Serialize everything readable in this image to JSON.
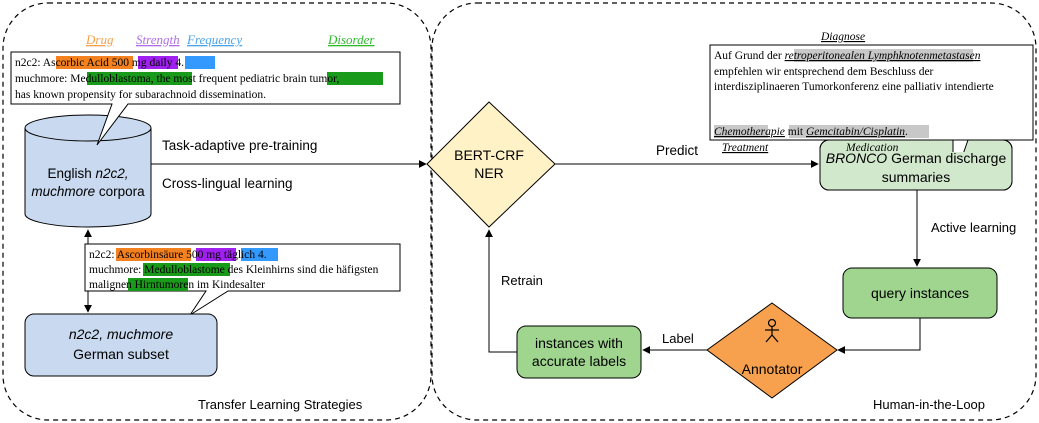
{
  "colors": {
    "drug": "#f5a04a",
    "strength": "#b06ee8",
    "frequency": "#4ba3ea",
    "disorder": "#2eb82e",
    "box_blue": "#c9daf0",
    "box_green": "#9fd58e",
    "box_green_light": "#d2e8cd",
    "diamond_yellow": "#fff2c6",
    "diamond_orange": "#f7a04d",
    "hl_orange": "#f4811f",
    "hl_purple": "#a020f0",
    "hl_blue": "#3399ff",
    "hl_green": "#1a9a1a",
    "hl_grey": "#c8c8c8"
  },
  "legend": {
    "drug": "Drug",
    "strength": "Strength",
    "frequency": "Frequency",
    "disorder": "Disorder"
  },
  "en_example": {
    "line1_prefix": "n2c2: ",
    "line1_drug": "Ascorbic Acid",
    "line1_strength": "500 mg",
    "line1_freq": "daily",
    "line1_suffix": " 4.",
    "line2_prefix": "muchmore: ",
    "line2_disorder1": "Medulloblastoma",
    "line2_mid": ", the most frequent pediatric ",
    "line2_disorder2": "brain tumor",
    "line2_suffix": ",",
    "line3": "has known propensity for subarachnoid dissemination."
  },
  "de_example": {
    "line1_prefix": "n2c2: ",
    "line1_drug": "Ascorbinsäure",
    "line1_strength": "500 mg",
    "line1_freq": "täglich",
    "line1_suffix": " 4.",
    "line2_prefix": "muchmore: ",
    "line2_disorder1": "Medulloblastome",
    "line2_mid": " des Kleinhirns sind die häfigsten",
    "line3_prefix": "malignen ",
    "line3_disorder": "Hirntumoren",
    "line3_suffix": " im Kindesalter"
  },
  "corpora": {
    "line1": "English ",
    "line1_italic": "n2c2,",
    "line2_italic": "muchmore",
    "line2": " corpora"
  },
  "subset": {
    "line1_italic": "n2c2, muchmore",
    "line2": "German subset"
  },
  "edges": {
    "task_adaptive": "Task-adaptive pre-training",
    "cross_lingual": "Cross-lingual learning",
    "predict": "Predict",
    "active_learning": "Active learning",
    "label": "Label",
    "retrain": "Retrain"
  },
  "ner": {
    "line1": "BERT-CRF",
    "line2": "NER"
  },
  "bronco": {
    "line1_italic": "BRONCO",
    "line1": " German discharge",
    "line2": "summaries"
  },
  "query": "query instances",
  "instances": {
    "line1": "instances with",
    "line2": "accurate labels"
  },
  "annotator": "Annotator",
  "german_example": {
    "diagnose_label": "Diagnose",
    "line1_prefix": "Auf Grund der ",
    "line1_highlight": "retroperitonealen Lymphknotenmetastasen",
    "line2": "empfehlen wir entsprechend dem Beschluss der",
    "line3": "interdisziplinaeren  Tumorkonferenz eine palliativ intendierte",
    "line4_treatment": "Chemotherapie",
    "line4_mid": " mit ",
    "line4_medication": "Gemcitabin/Cisplatin",
    "line4_suffix": ".",
    "treatment_label": "Treatment",
    "medication_label": "Medication"
  },
  "sections": {
    "transfer": "Transfer Learning Strategies",
    "human": "Human-in-the-Loop"
  }
}
